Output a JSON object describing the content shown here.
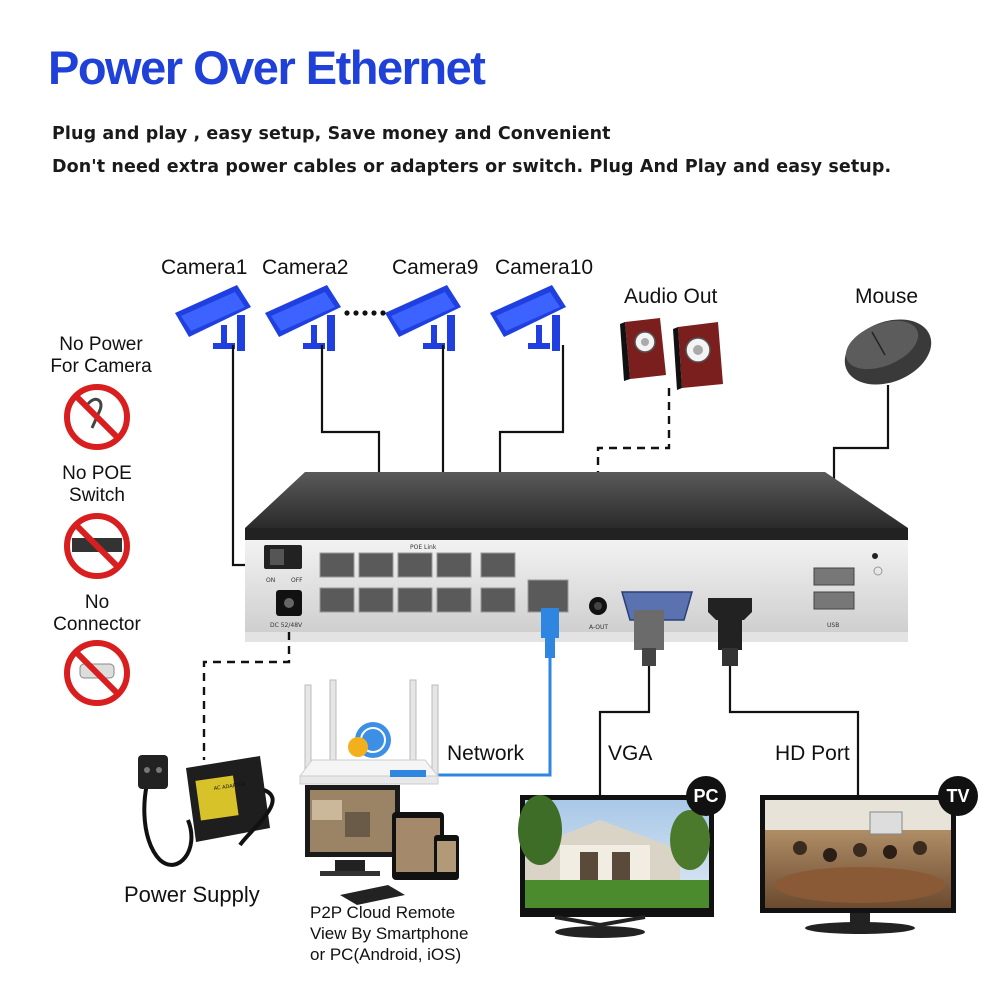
{
  "header": {
    "title": "Power Over Ethernet",
    "line1": "Plug and play , easy setup, Save money and Convenient",
    "line2": "Don't need extra power cables or adapters or switch. Plug And Play and easy setup."
  },
  "cameras": [
    "Camera1",
    "Camera2",
    "Camera9",
    "Camera10"
  ],
  "peripherals": {
    "audio": "Audio Out",
    "mouse": "Mouse",
    "network": "Network",
    "vga": "VGA",
    "hd": "HD Port",
    "power": "Power Supply"
  },
  "no_items": [
    {
      "line1": "No Power",
      "line2": "For Camera"
    },
    {
      "line1": "No POE",
      "line2": "Switch"
    },
    {
      "line1": "No",
      "line2": "Connector"
    }
  ],
  "p2p": {
    "line1": "P2P Cloud Remote",
    "line2": "View By Smartphone",
    "line3": "or PC(Android, iOS)"
  },
  "badges": {
    "pc": "PC",
    "tv": "TV"
  },
  "nvr_labels": {
    "on": "ON",
    "off": "OFF",
    "dc": "DC 52/48V",
    "poe": "POE Link",
    "aout": "A-OUT",
    "usb": "USB",
    "adapter": "AC ADAPTER"
  },
  "colors": {
    "title": "#1f41d8",
    "camera": "#1f3fe0",
    "network_cable": "#2f86e0",
    "prohibit": "#d81e1e"
  }
}
